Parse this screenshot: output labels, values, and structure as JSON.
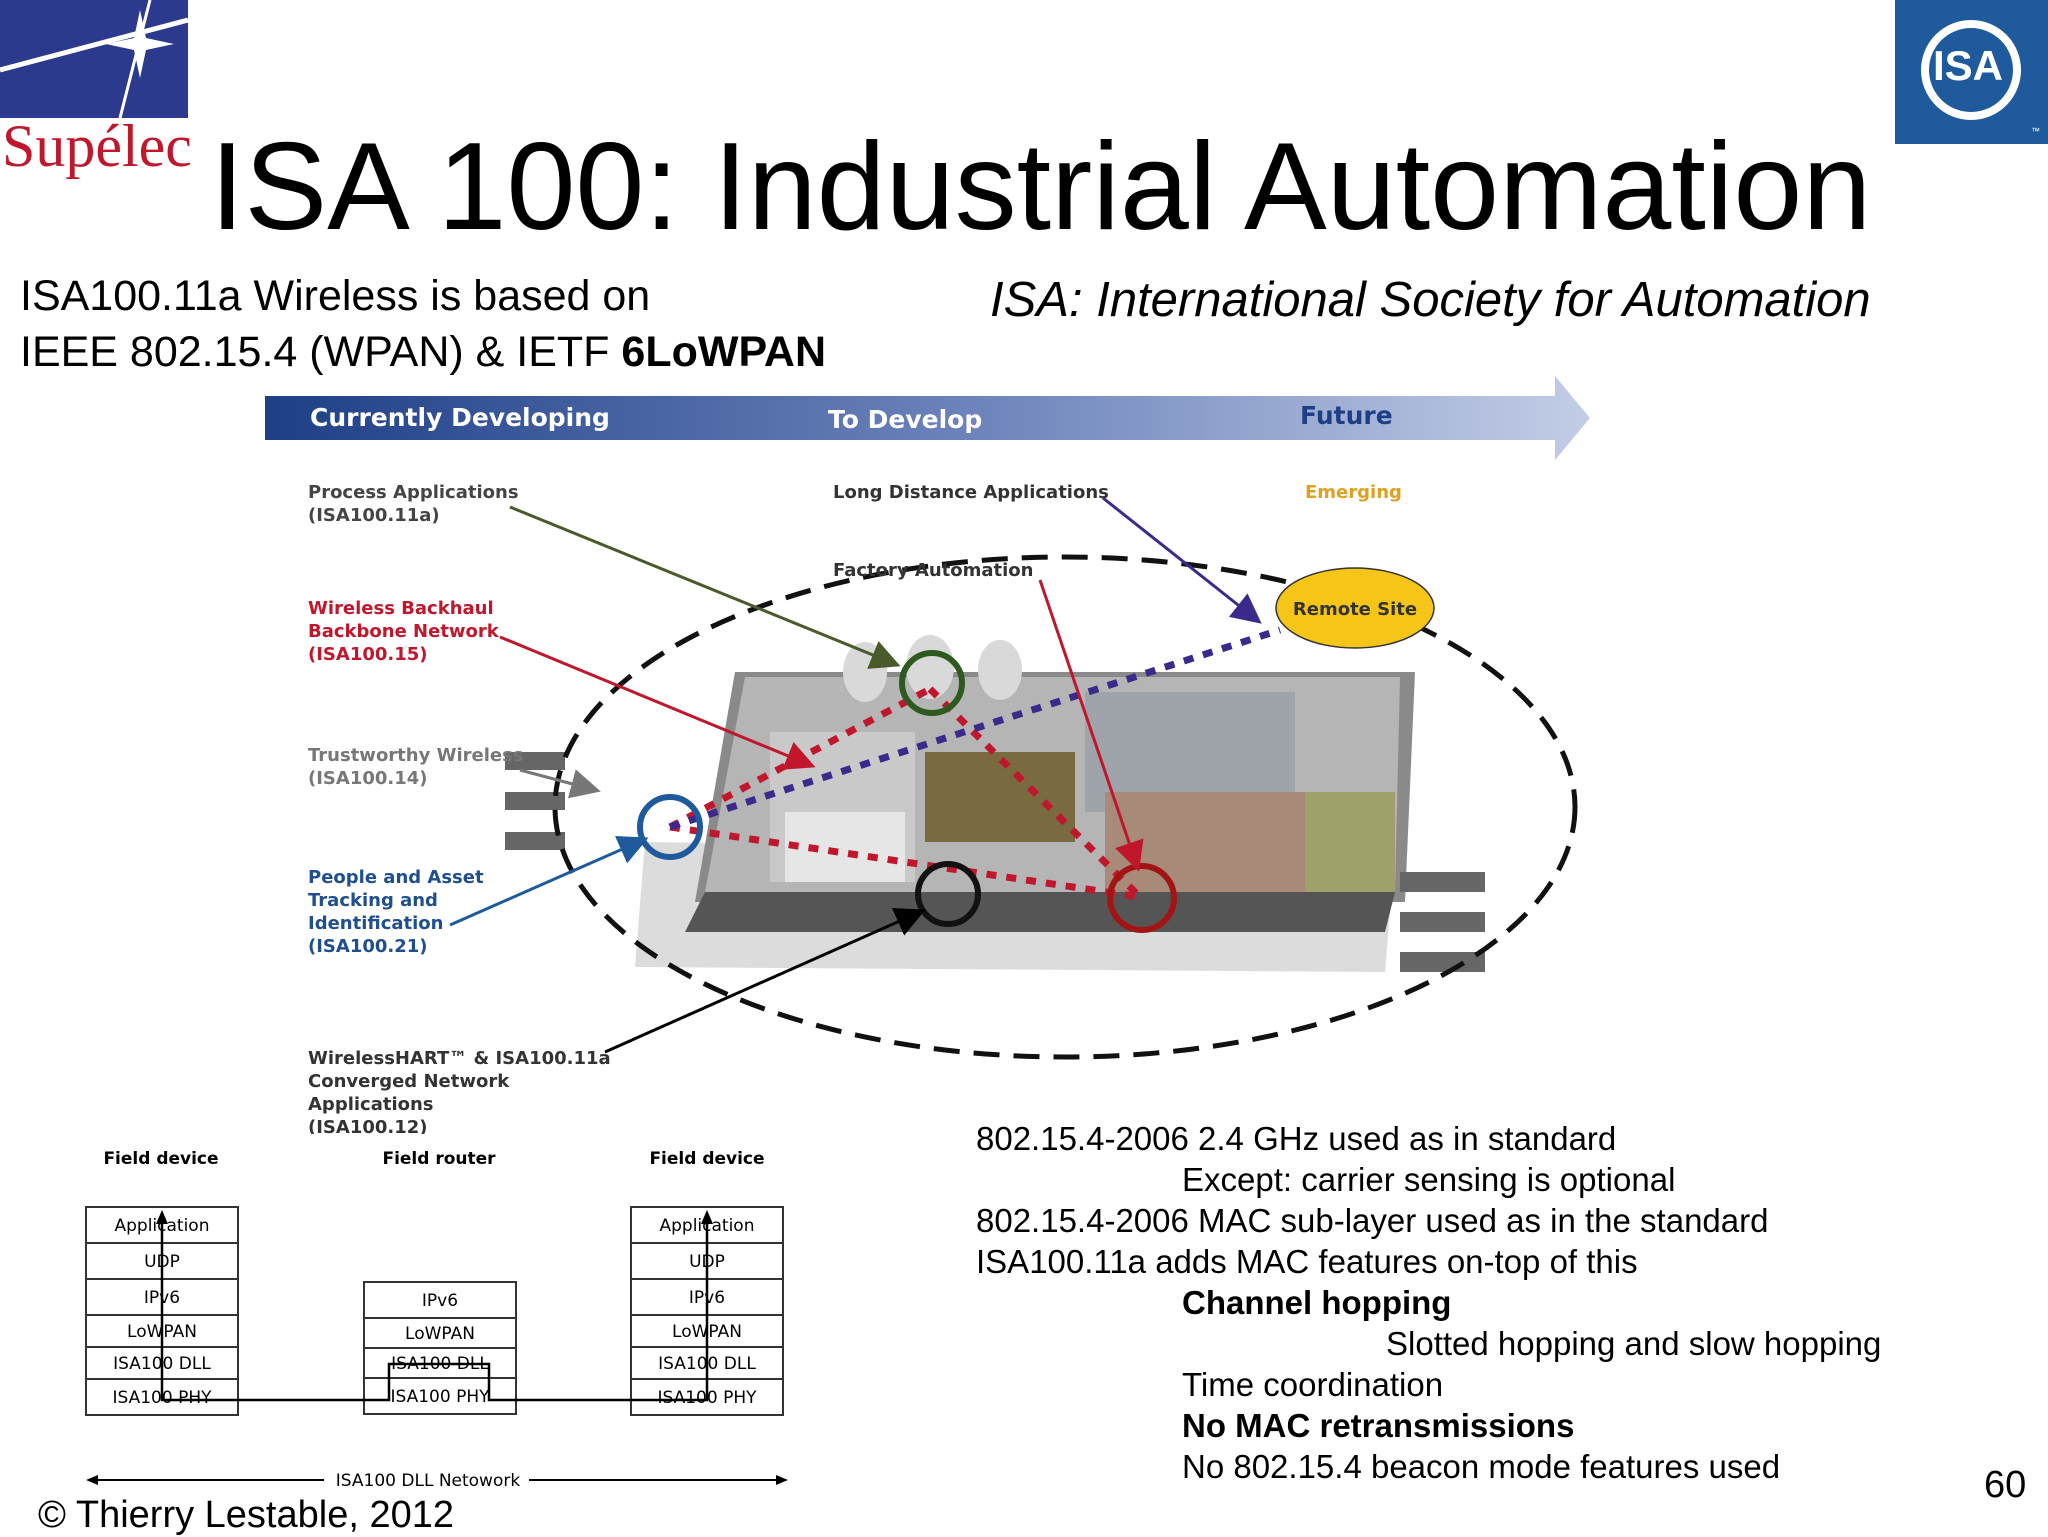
{
  "logos": {
    "supelec": "Supélec",
    "isa": "ISA",
    "isa_tm": "™",
    "colors": {
      "supelec_blue": "#2b3a8c",
      "supelec_red": "#c0172d",
      "isa_blue": "#1f5b9c"
    }
  },
  "title": "ISA 100: Industrial Automation",
  "intro": {
    "line1": "ISA100.11a Wireless is based on",
    "line2_prefix": "IEEE 802.15.4 (WPAN) & IETF ",
    "line2_bold": "6LoWPAN"
  },
  "isa_definition": "ISA: International Society for Automation",
  "roadmap": {
    "arrow_labels": [
      "Currently Developing",
      "To Develop",
      "Future"
    ],
    "process_app": [
      "Process Applications",
      "(ISA100.11a)"
    ],
    "backhaul": [
      "Wireless Backhaul",
      "Backbone Network",
      "(ISA100.15)"
    ],
    "trustworthy": [
      "Trustworthy Wireless",
      "(ISA100.14)"
    ],
    "people_tracking": [
      "People and Asset",
      "Tracking and",
      "Identification",
      "(ISA100.21)"
    ],
    "wirelesshart": [
      "WirelessHART™ & ISA100.11a",
      "Converged Network",
      "Applications",
      "(ISA100.12)"
    ],
    "long_distance": "Long Distance Applications",
    "factory_automation": "Factory Automation",
    "emerging": "Emerging",
    "remote_site": "Remote Site",
    "colors": {
      "arrow": "#1e3f86",
      "green": "#4a5a2a",
      "red": "#c0172d",
      "purple": "#3b2a8c",
      "blue": "#1f5b9c",
      "orange": "#e0a020",
      "remote": "#f5c518"
    }
  },
  "stack": {
    "headers": [
      "Field device",
      "Field router",
      "Field device"
    ],
    "device_layers": [
      "Application",
      "UDP",
      "IPv6",
      "LoWPAN",
      "ISA100 DLL",
      "ISA100 PHY"
    ],
    "router_layers": [
      "IPv6",
      "LoWPAN",
      "ISA100 DLL",
      "ISA100 PHY"
    ],
    "network_label": "ISA100 DLL Netowork"
  },
  "notes": [
    {
      "text": "802.15.4-2006 2.4 GHz used as in standard",
      "indent": 0,
      "bold": false
    },
    {
      "text": "Except: carrier sensing is optional",
      "indent": 1,
      "bold": false
    },
    {
      "text": "802.15.4-2006 MAC sub-layer used as in the standard",
      "indent": 0,
      "bold": false
    },
    {
      "text": "ISA100.11a adds MAC features on-top of this",
      "indent": 0,
      "bold": false
    },
    {
      "text": "Channel hopping",
      "indent": 1,
      "bold": true
    },
    {
      "text": "Slotted hopping and slow hopping",
      "indent": 2,
      "bold": false
    },
    {
      "text": "Time coordination",
      "indent": 1,
      "bold": false
    },
    {
      "text": "No MAC retransmissions",
      "indent": 1,
      "bold": true
    },
    {
      "text": "No 802.15.4 beacon mode features used",
      "indent": 1,
      "bold": false
    }
  ],
  "page_number": "60",
  "copyright": "© Thierry Lestable, 2012"
}
